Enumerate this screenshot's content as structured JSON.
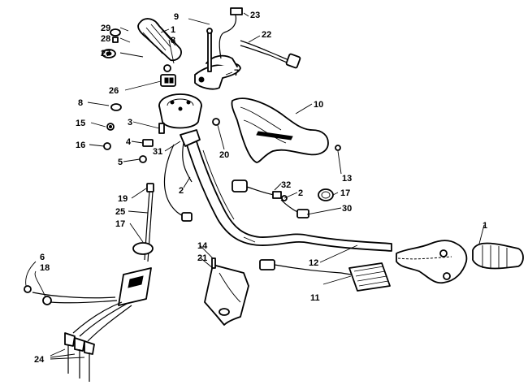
{
  "callouts": [
    {
      "id": "c29a",
      "text": "29"
    },
    {
      "id": "c28",
      "text": "28"
    },
    {
      "id": "c27",
      "text": "27"
    },
    {
      "id": "c1a",
      "text": "1"
    },
    {
      "id": "c8a",
      "text": "8"
    },
    {
      "id": "c9",
      "text": "9"
    },
    {
      "id": "c23",
      "text": "23"
    },
    {
      "id": "c22",
      "text": "22"
    },
    {
      "id": "c7",
      "text": "7"
    },
    {
      "id": "c26",
      "text": "26"
    },
    {
      "id": "c8b",
      "text": "8"
    },
    {
      "id": "c15",
      "text": "15"
    },
    {
      "id": "c16",
      "text": "16"
    },
    {
      "id": "c3",
      "text": "3"
    },
    {
      "id": "c4",
      "text": "4"
    },
    {
      "id": "c5",
      "text": "5"
    },
    {
      "id": "c31",
      "text": "31"
    },
    {
      "id": "c20",
      "text": "20"
    },
    {
      "id": "c10",
      "text": "10"
    },
    {
      "id": "c13",
      "text": "13"
    },
    {
      "id": "c2a",
      "text": "2"
    },
    {
      "id": "c32",
      "text": "32"
    },
    {
      "id": "c2b",
      "text": "2"
    },
    {
      "id": "c17a",
      "text": "17"
    },
    {
      "id": "c30",
      "text": "30"
    },
    {
      "id": "c19",
      "text": "19"
    },
    {
      "id": "c25",
      "text": "25"
    },
    {
      "id": "c17b",
      "text": "17"
    },
    {
      "id": "c1b",
      "text": "1"
    },
    {
      "id": "c14",
      "text": "14"
    },
    {
      "id": "c21",
      "text": "21"
    },
    {
      "id": "c12",
      "text": "12"
    },
    {
      "id": "c6",
      "text": "6"
    },
    {
      "id": "c18",
      "text": "18"
    },
    {
      "id": "c11",
      "text": "11"
    },
    {
      "id": "c24",
      "text": "24"
    }
  ]
}
